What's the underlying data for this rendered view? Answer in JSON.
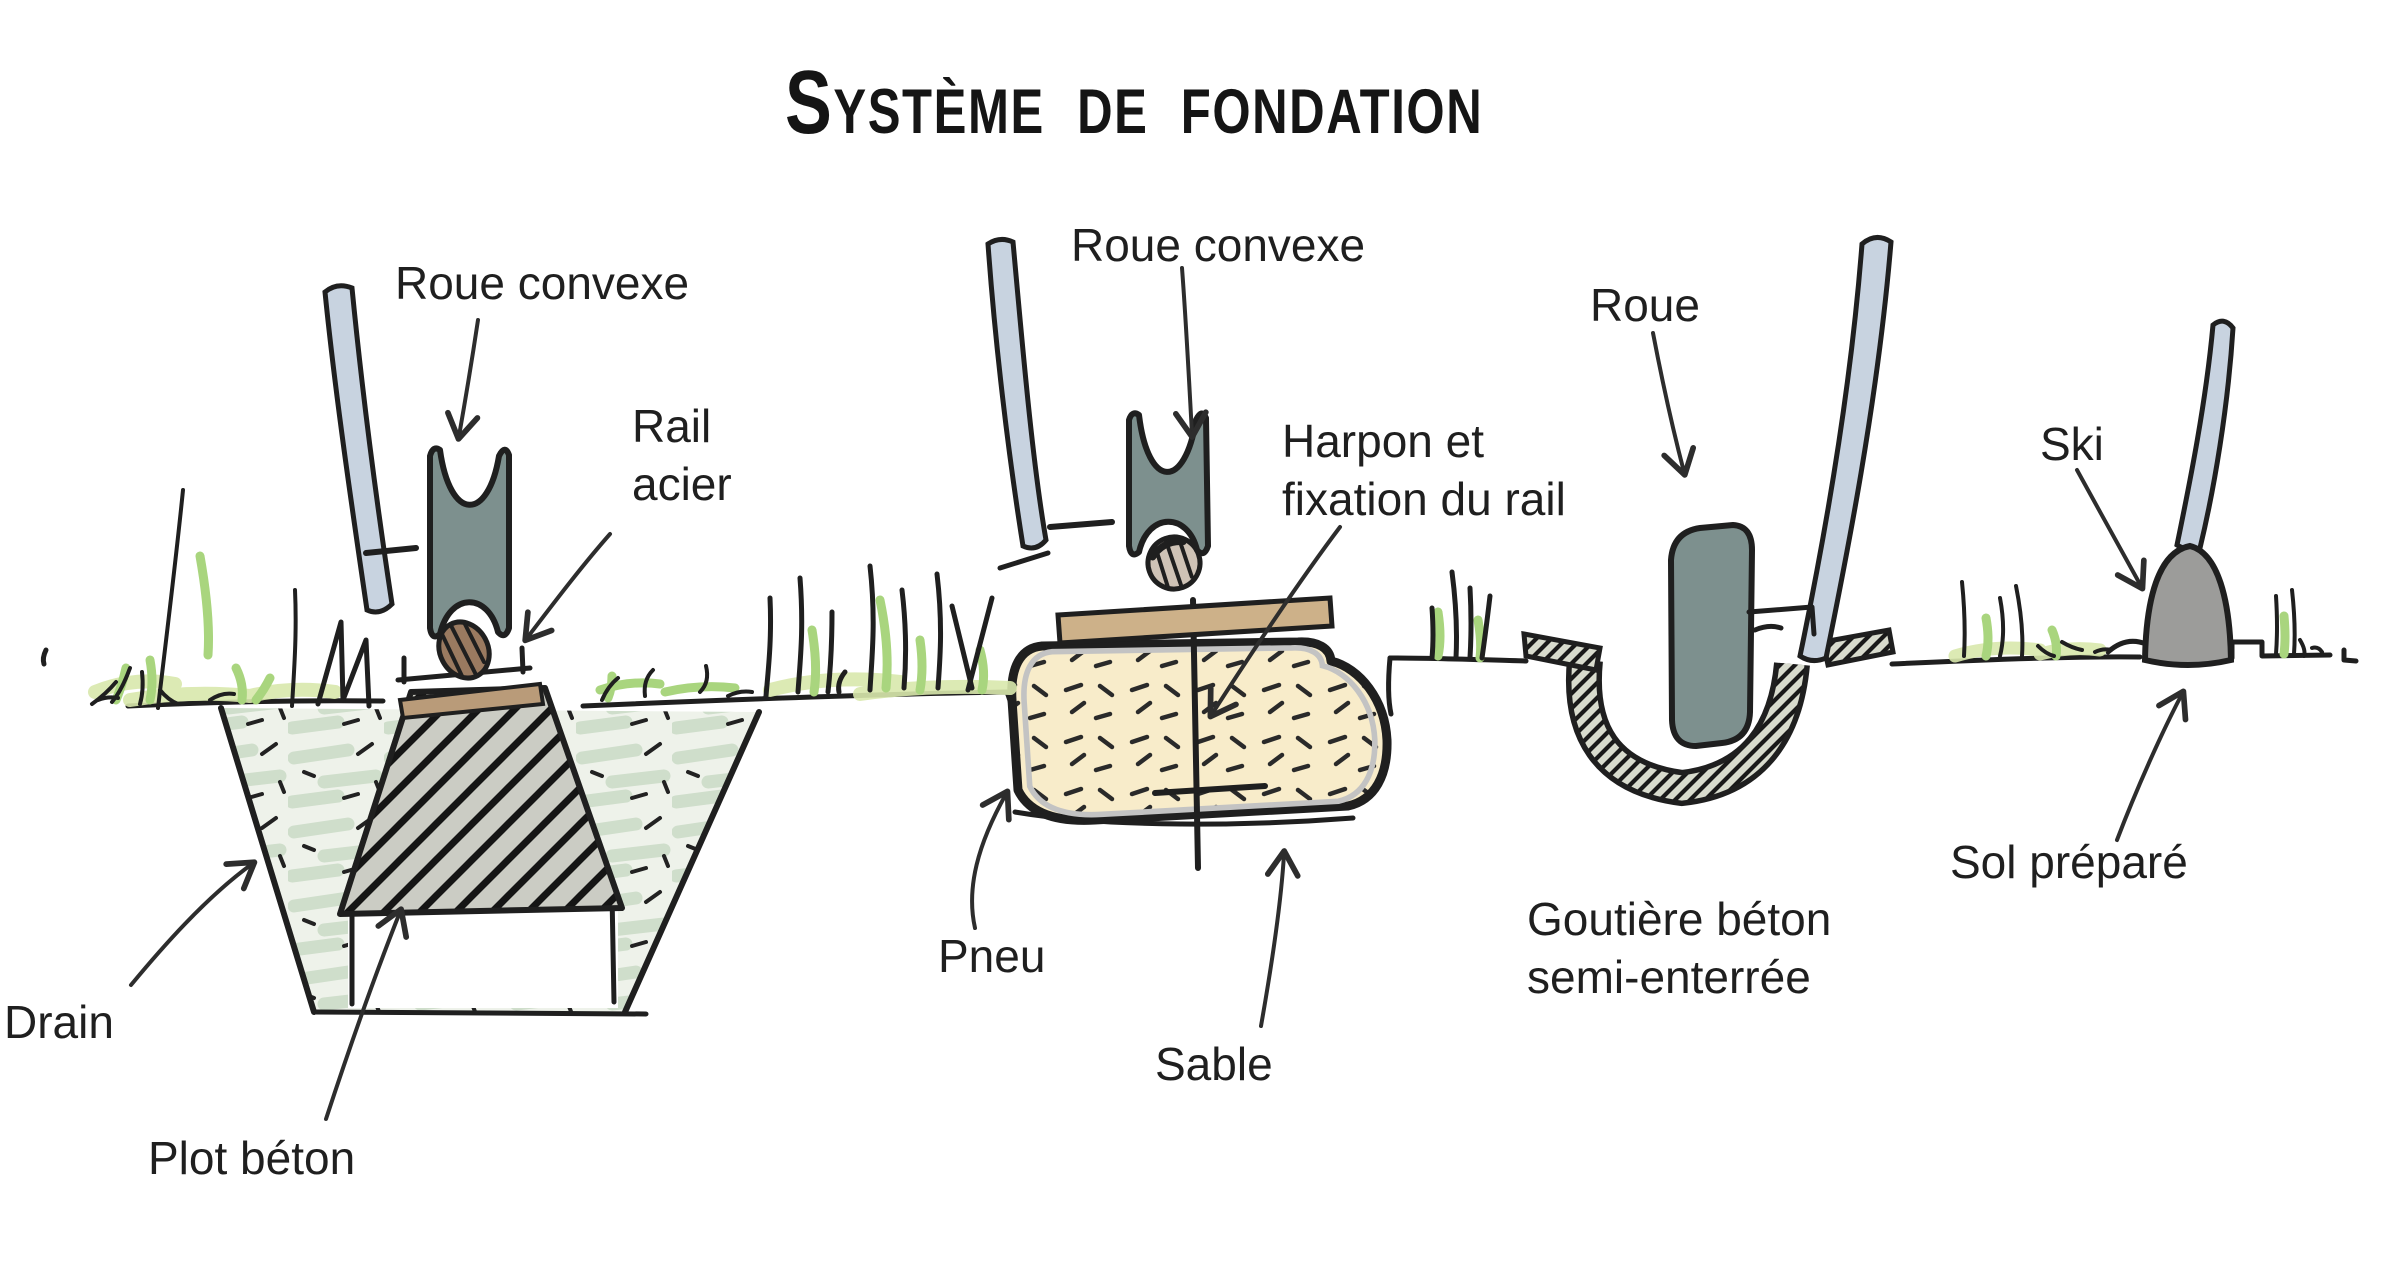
{
  "title": "Système de fondation",
  "labels": {
    "roue_convexe_left": "Roue convexe",
    "rail_acier": "Rail\nacier",
    "drain": "Drain",
    "plot_beton": "Plot béton",
    "roue_convexe_mid": "Roue convexe",
    "harpon": "Harpon et\nfixation du rail",
    "pneu": "Pneu",
    "sable": "Sable",
    "roue": "Roue",
    "gouttiere": "Goutière béton\nsemi-enterrée",
    "ski": "Ski",
    "sol_prepare": "Sol préparé"
  },
  "colors": {
    "ink": "#1f1f1f",
    "arrow": "#2d2d2d",
    "title": "#151515",
    "blade": "#c8d3e0",
    "wheel": "#7d908e",
    "rail_brown": "#9a7a60",
    "plank": "#b99b79",
    "plank_mid": "#cdb189",
    "concrete": "#cbccc4",
    "gravel_bg": "#eef2ea",
    "gravel_stroke": "#ccdcc8",
    "sand": "#f8ecca",
    "tire_rim": "#c3c3c3",
    "gutter": "#d8dbcd",
    "dome": "#9c9c9a",
    "grass_green": "#a9d57e",
    "grass_pale": "#d9e8ac"
  }
}
